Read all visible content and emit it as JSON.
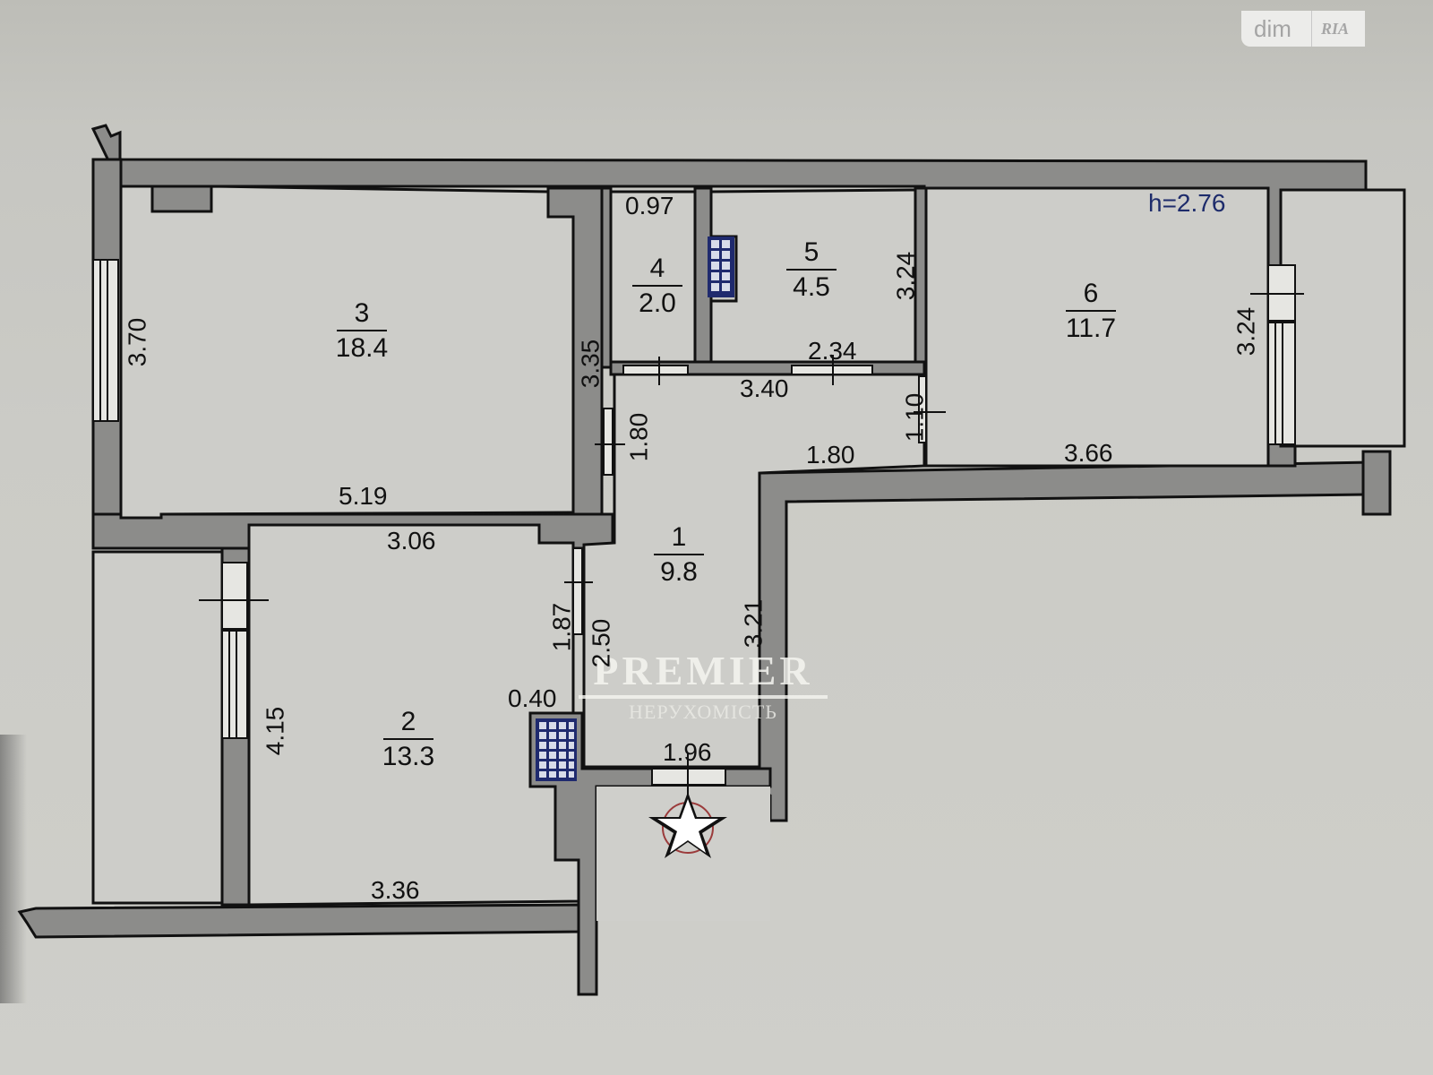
{
  "logo": {
    "text": "dim",
    "badge": "RIA"
  },
  "watermark": {
    "brand": "PREMIER",
    "subtitle": "НЕРУХОМІСТЬ"
  },
  "ceiling_height": "h=2.76",
  "rooms": [
    {
      "number": "1",
      "area": "9.8"
    },
    {
      "number": "2",
      "area": "13.3"
    },
    {
      "number": "3",
      "area": "18.4"
    },
    {
      "number": "4",
      "area": "2.0"
    },
    {
      "number": "5",
      "area": "4.5"
    },
    {
      "number": "6",
      "area": "11.7"
    }
  ],
  "dimensions": {
    "r3_left": "3.70",
    "r3_right": "3.35",
    "r3_bottom": "5.19",
    "r4_top": "0.97",
    "r5_right": "3.24",
    "r5_bottom": "2.34",
    "hall_top": "3.40",
    "hall_left": "1.80",
    "hall_right_short": "1.10",
    "hall_mid": "1.80",
    "hall_right": "3.21",
    "hall_bottom": "1.96",
    "hall_left_lower": "2.50",
    "r6_bottom": "3.66",
    "r6_right": "3.24",
    "r2_top": "3.06",
    "r2_right": "1.87",
    "r2_left": "4.15",
    "r2_bottom": "3.36",
    "r2_niche": "0.40"
  },
  "colors": {
    "wall": "#8c8c8a",
    "floor": "#cdcdc9",
    "line": "#111111",
    "radiator": "#1f2a6e",
    "height_text": "#1d2b6b"
  }
}
